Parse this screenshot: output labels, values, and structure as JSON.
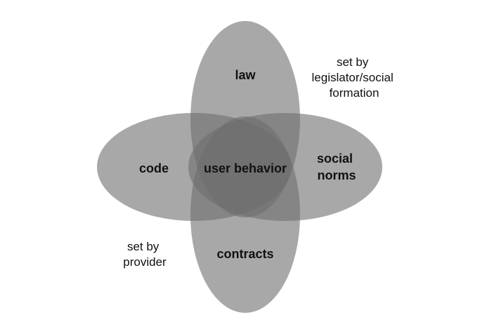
{
  "diagram": {
    "circles": {
      "law": "law",
      "code": "code",
      "social_norms": [
        "social",
        "norms"
      ],
      "contracts": "contracts",
      "center": "user behavior"
    },
    "annotations": {
      "legislator": [
        "set by",
        "legislator/social",
        "formation"
      ],
      "provider": [
        "set by",
        "provider"
      ]
    },
    "fill_color": "#6e6e6e"
  }
}
